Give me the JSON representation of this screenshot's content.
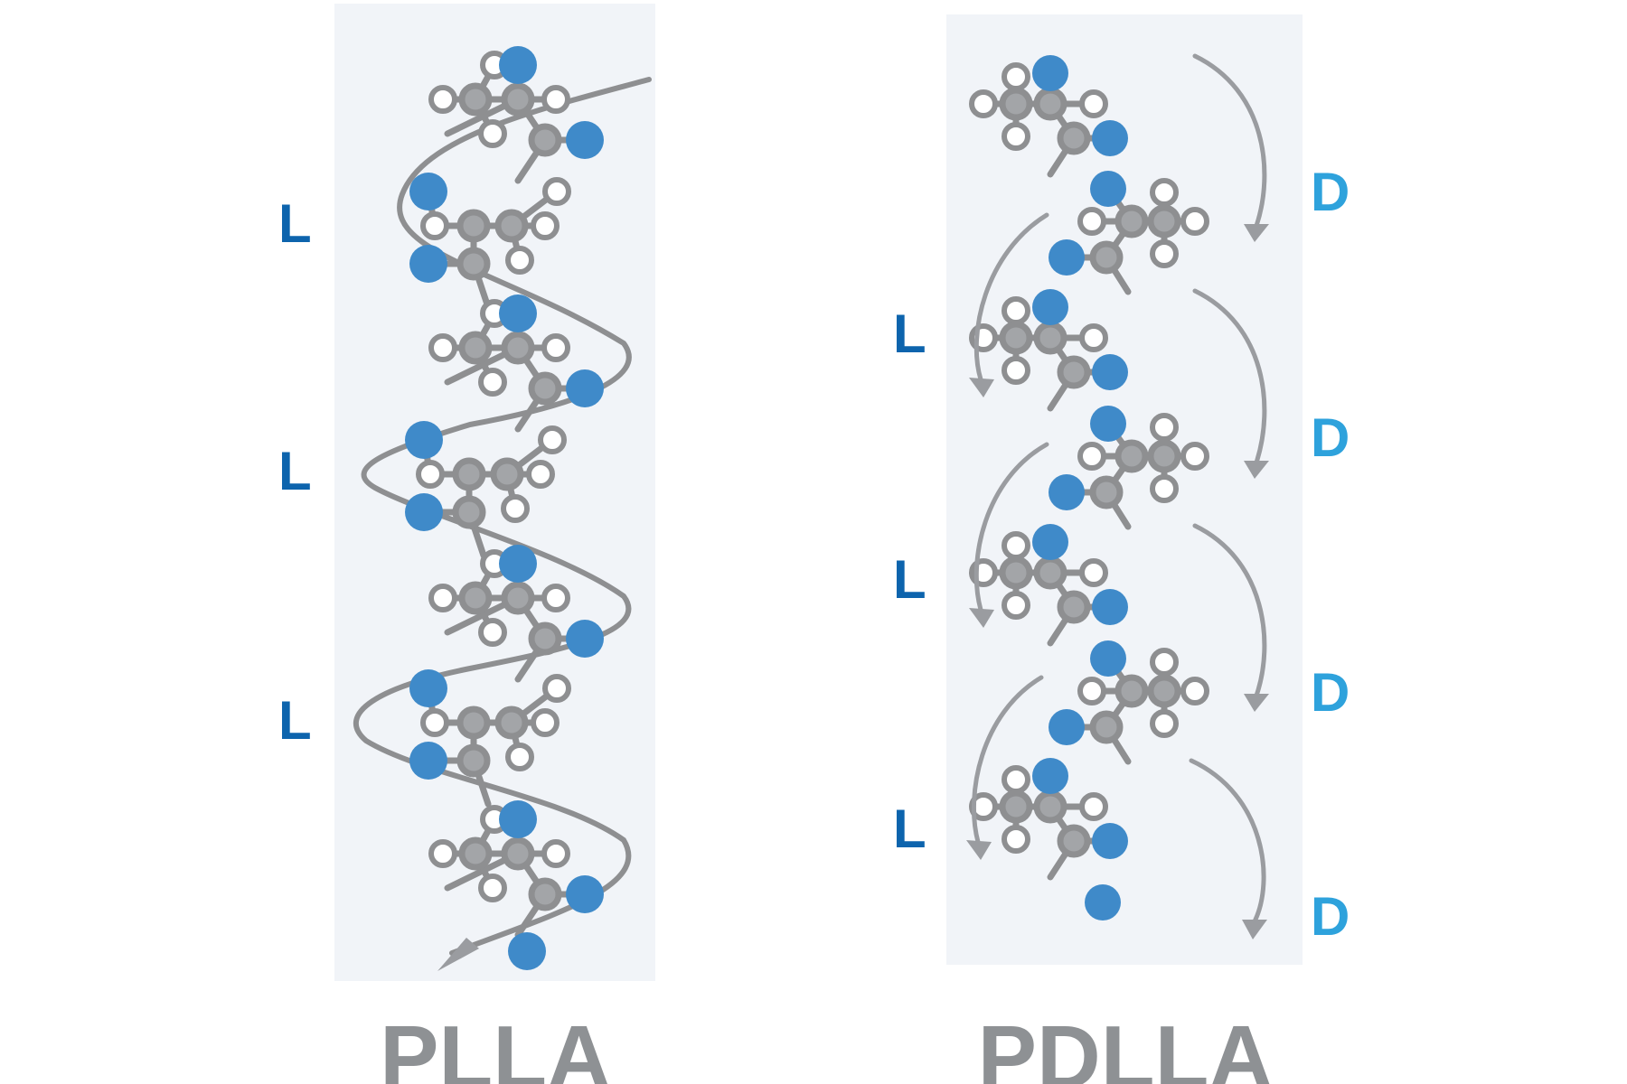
{
  "plla": {
    "title": "PLLA",
    "labels": [
      "L",
      "L",
      "L"
    ]
  },
  "pdlla": {
    "title": "PDLLA",
    "labels_left": [
      "L",
      "L",
      "L",
      "L"
    ],
    "labels_right": [
      "D",
      "D",
      "D",
      "D"
    ]
  },
  "colors": {
    "oxygen": "#3f8ac9",
    "carbon": "#a3a5a8",
    "bond": "#8e8f91",
    "panel_background": "#f1f4f8",
    "label_l": "#0d64ad",
    "label_d": "#2ea2dc",
    "title": "#8e9194"
  }
}
